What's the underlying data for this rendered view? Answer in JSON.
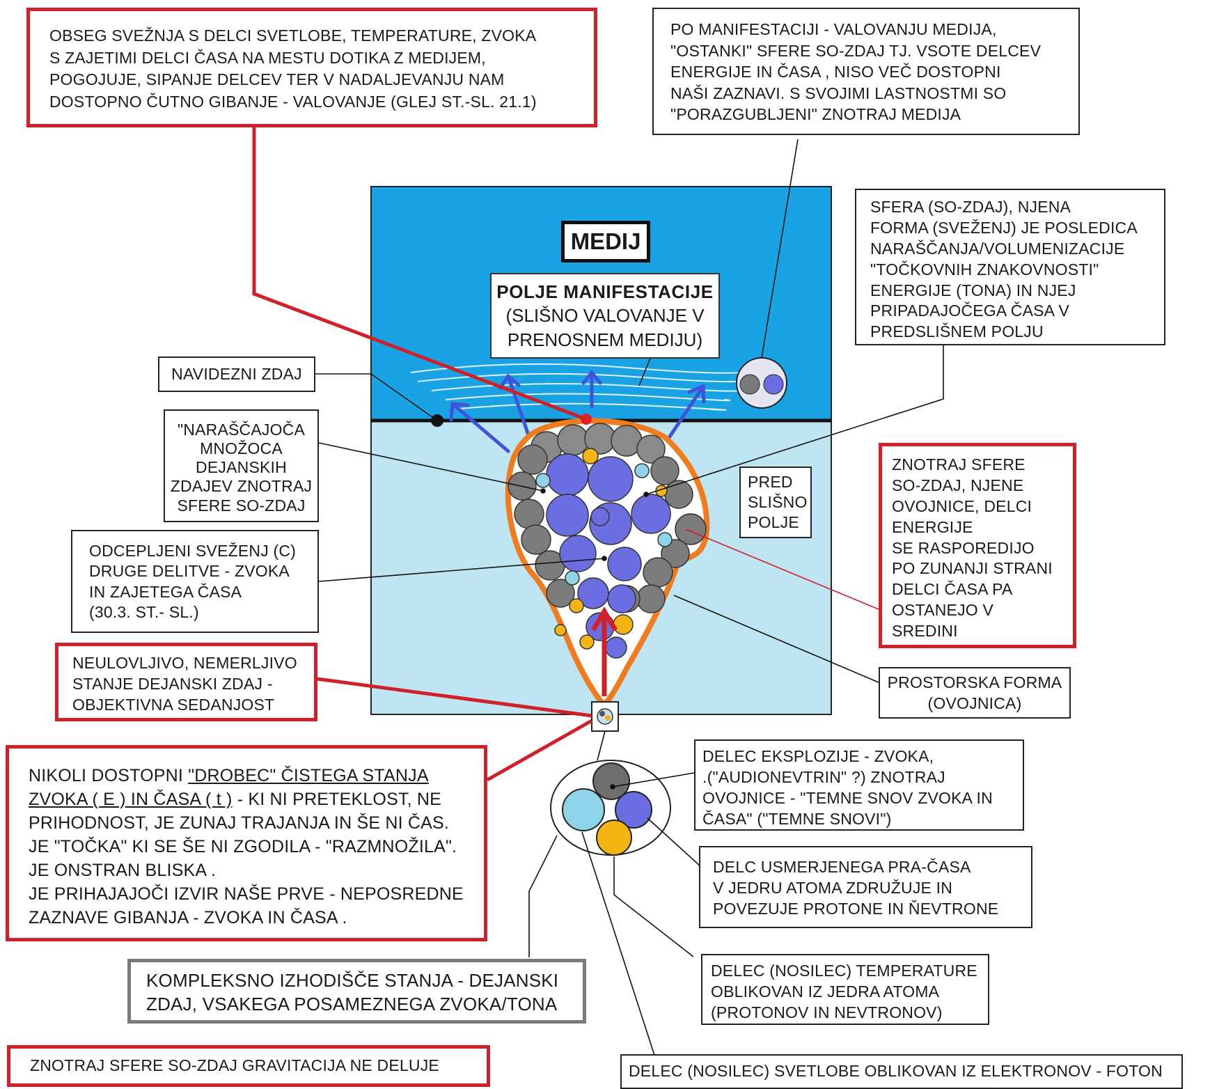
{
  "medij_label": "MEDIJ",
  "polje": {
    "title": "POLJE  MANIFESTACIJE",
    "line2": "(SLIŠNO VALOVANJE V",
    "line3": "PRENOSNEM MEDIJU)"
  },
  "box_obseg": [
    "OBSEG  SVEŽNJA  S  DELCI  SVETLOBE,  TEMPERATURE,  ZVOKA",
    "S   ZAJETIMI  DELCI  ČASA  NA  MESTU  DOTIKA  Z  MEDIJEM,",
    "POGOJUJE,  SIPANJE  DELCEV  TER  V  NADALJEVANJU  NAM",
    "DOSTOPNO  ČUTNO  GIBANJE  -  VALOVANJE  (GLEJ  ST.-SL.  21.1)"
  ],
  "box_po_manifestaciji": [
    "PO MANIFESTACIJI -  VALOVANJU  MEDIJA,",
    "\"OSTANKI\"  SFERE SO-ZDAJ  TJ.   VSOTE  DELCEV",
    "ENERGIJE  IN  ČASA ,  NISO  VEČ  DOSTOPNI",
    "NAŠI  ZAZNAVI.    S  SVOJIMI  LASTNOSTMI  SO",
    "\"PORAZGUBLJENI\"  ZNOTRAJ  MEDIJA"
  ],
  "box_sfera": [
    "SFERA  (SO-ZDAJ),  NJENA",
    "FORMA (SVEŽENJ)  JE POSLEDICA",
    "NARAŠČANJA/VOLUMENIZACIJE",
    "\"TOČKOVNIH  ZNAKOVNOSTI\"",
    "ENERGIJE  (TONA)  IN  NJEJ",
    "PRIPADAJOČEGA  ČASA  V",
    "PREDSLIŠNEM   POLJU"
  ],
  "box_navidezni": "NAVIDEZNI  ZDAJ",
  "box_narascajoca": [
    "\"NARAŠČAJOČA",
    "MNOŽOCA",
    "DEJANSKIH",
    "ZDAJEV ZNOTRAJ",
    "SFERE SO-ZDAJ"
  ],
  "box_odcepljeni": [
    "ODCEPLJENI  SVEŽENJ  (C)",
    "DRUGE  DELITVE  -  ZVOKA",
    "IN  ZAJETEGA  ČASA",
    "(30.3. ST.- SL.)"
  ],
  "box_predslisno": [
    "PRED",
    "SLIŠNO",
    "POLJE"
  ],
  "box_znotraj_sfere": [
    "ZNOTRAJ  SFERE",
    "SO-ZDAJ,  NJENE",
    "OVOJNICE,  DELCI",
    "ENERGIJE",
    "SE  RASPOREDIJO",
    "PO  ZUNANJI  STRANI",
    "DELCI ČASA PA",
    "OSTANEJO V",
    "SREDINI"
  ],
  "box_prostorska": [
    "PROSTORSKA  FORMA",
    "(OVOJNICA)"
  ],
  "box_neulovljivo": [
    "NEULOVLJIVO,  NEMERLJIVO",
    "STANJE  DEJANSKI  ZDAJ  -",
    "OBJEKTIVNA  SEDANJOST"
  ],
  "box_nikoli": {
    "underlined": [
      "\"DROBEC\"  ČISTEGA  STANJA",
      "ZVOKA ( E )  IN ČASA ( t )"
    ],
    "line1_prefix": "NIKOLI  DOSTOPNI  ",
    "line2_suffix": " - KI  NI  PRETEKLOST,  NE",
    "lines": [
      "PRIHODNOST,  JE ZUNAJ  TRAJANJA  IN  ŠE NI  ČAS.",
      "JE  \"TOČKA\"  KI  SE  ŠE  NI  ZGODILA  -  \"RAZMNOŽILA\".",
      "JE  ONSTRAN  BLISKA .",
      "JE PRIHAJAJOČI  IZVIR  NAŠE  PRVE - NEPOSREDNE",
      "ZAZNAVE  GIBANJA - ZVOKA  IN  ČASA ."
    ]
  },
  "box_delec_eksplozije": [
    "DELEC  EKSPLOZIJE - ZVOKA,",
    ".(\"AUDIONEVTRIN\"  ?)  ZNOTRAJ",
    "OVOJNICE  -  \"TEMNE  SNOV  ZVOKA  IN",
    "ČASA\"  (\"TEMNE  SNOVI\")"
  ],
  "box_delc_usmerjenega": [
    "DELC  USMERJENEGA  PRA-ČASA",
    "V  JEDRU  ATOMA  ZDRUŽUJE  IN",
    "POVEZUJE  PROTONE  IN  ŇEVTRONE"
  ],
  "box_delec_temperature": [
    "DELEC  (NOSILEC)  TEMPERATURE",
    "OBLIKOVAN  IZ  JEDRA  ATOMA",
    "(PROTONOV  IN  NEVTRONOV)"
  ],
  "box_kompleksno": [
    "KOMPLEKSNO  IZHODIŠČE  STANJA   -   DEJANSKI",
    "ZDAJ,  VSAKEGA  POSAMEZNEGA  ZVOKA/TONA"
  ],
  "box_gravitacija": "ZNOTRAJ  SFERE   SO-ZDAJ   GRAVITACIJA  NE   DELUJE",
  "box_svetloba": "DELEC  (NOSILEC)  SVETLOBE  OBLIKOVAN   IZ  ELEKTRONOV   -  FOTON",
  "colors": {
    "medium_blue": "#1aa3e4",
    "field_light_blue": "#bde6f2",
    "red_accent": "#d0202a",
    "orange_envelope": "#f07c1e",
    "gray_particle": "#7c7c7c",
    "purple_particle": "#6a6ee0",
    "yellow_particle": "#f4b514",
    "cyan_particle": "#8fd3e8"
  }
}
